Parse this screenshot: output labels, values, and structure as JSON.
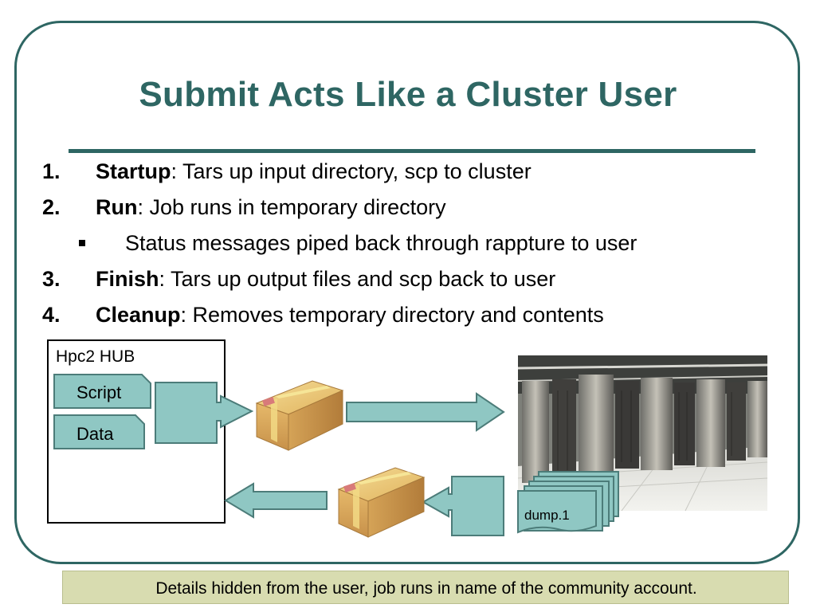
{
  "slide": {
    "title": "Submit Acts Like a Cluster User",
    "steps": [
      {
        "number": "1.",
        "term": "Startup",
        "desc": ": Tars up input directory, scp to cluster"
      },
      {
        "number": "2.",
        "term": "Run",
        "desc": ": Job runs in temporary directory"
      },
      {
        "number": "3.",
        "term": "Finish",
        "desc": ": Tars up output files and scp back to user"
      },
      {
        "number": "4.",
        "term": "Cleanup",
        "desc": ": Removes temporary directory and contents"
      }
    ],
    "sub_bullet": "Status messages piped back through rappture to user"
  },
  "diagram": {
    "hub_label": "Hpc2 HUB",
    "script_label": "Script",
    "data_label": "Data",
    "output_label": "dump.1",
    "colors": {
      "doc_fill": "#8fc7c3",
      "doc_stroke": "#4c7c79",
      "theme": "#2e6663"
    }
  },
  "footer": {
    "text": "Details hidden from the user, job runs in name of the community account."
  }
}
